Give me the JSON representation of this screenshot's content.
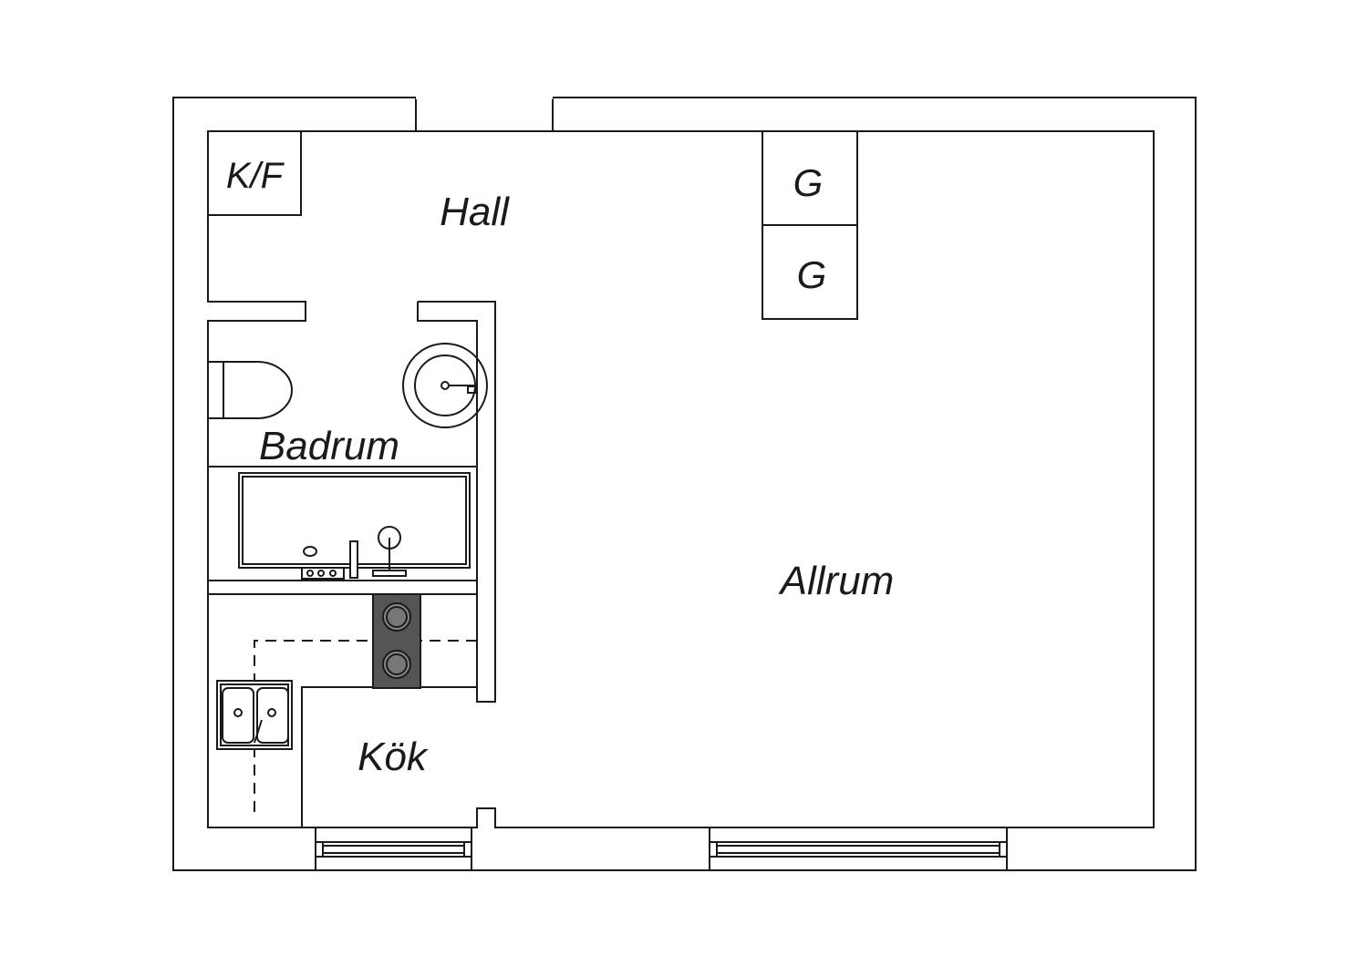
{
  "rooms": {
    "hall": "Hall",
    "badrum": "Badrum",
    "kok": "Kök",
    "allrum": "Allrum"
  },
  "closets": {
    "kf": "K/F",
    "g1": "G",
    "g2": "G"
  },
  "colors": {
    "wall_fill": "#ffffff",
    "line": "#1a1a1a",
    "stove_fill": "#555555",
    "burner_fill": "#888888"
  }
}
